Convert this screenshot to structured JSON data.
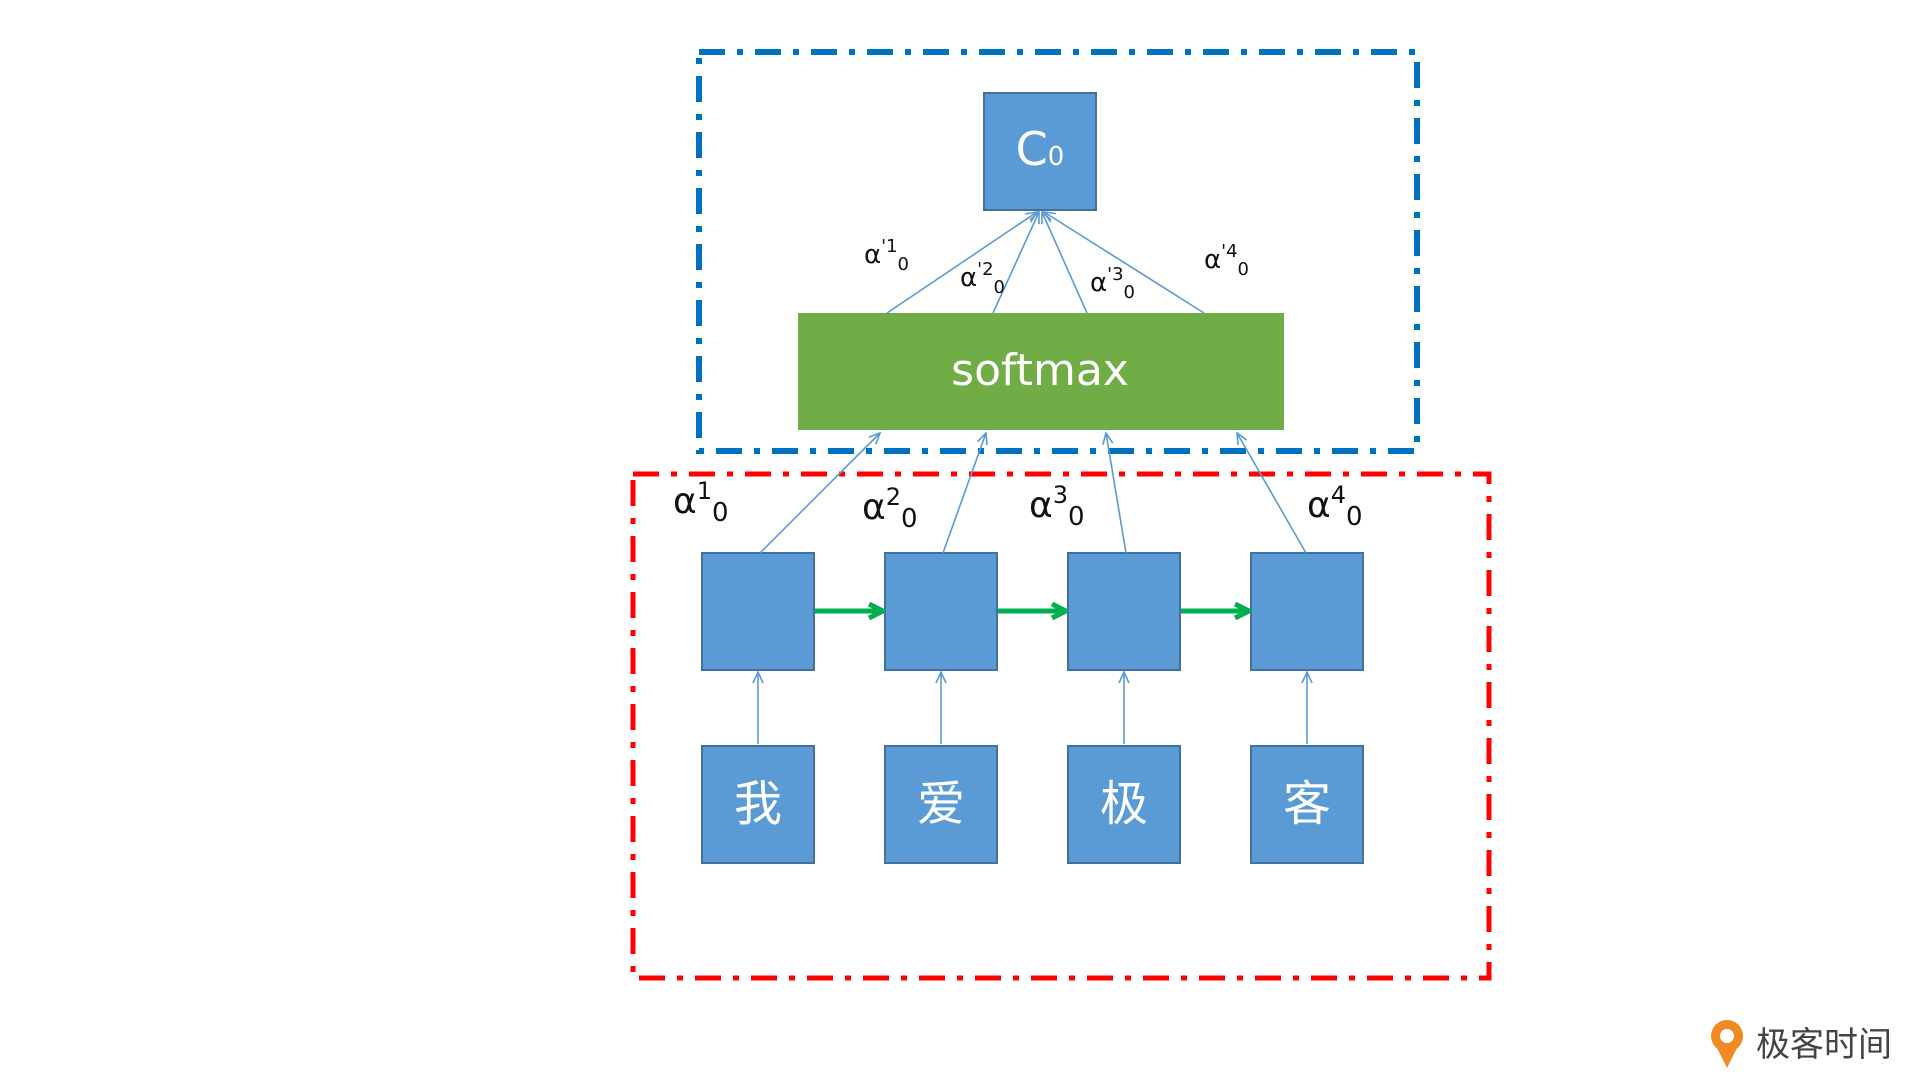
{
  "context_label": "C",
  "context_sub": "0",
  "softmax_label": "softmax",
  "symbol": "α",
  "prime": "'",
  "time_sub": "0",
  "weights_raw": [
    {
      "sup": "1"
    },
    {
      "sup": "2"
    },
    {
      "sup": "3"
    },
    {
      "sup": "4"
    }
  ],
  "weights_norm": [
    {
      "sup": "1"
    },
    {
      "sup": "2"
    },
    {
      "sup": "3"
    },
    {
      "sup": "4"
    }
  ],
  "tokens": [
    "我",
    "爱",
    "极",
    "客"
  ],
  "colors": {
    "box_fill": "#5b9bd5",
    "softmax_fill": "#70ad47",
    "attention_border": "#0070c0",
    "encoder_border": "#ff0000",
    "recurrent_arrow": "#00b050",
    "logo_orange": "#f08a24"
  },
  "logo": {
    "icon": "geektime-logo-icon",
    "text": "极客时间"
  }
}
